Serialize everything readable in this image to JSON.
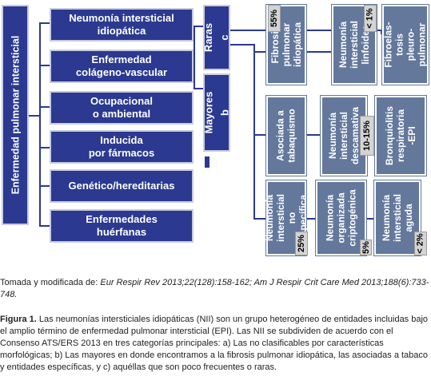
{
  "root": {
    "label": "Enfermedad pulmonar intersticial"
  },
  "categories": [
    {
      "label": "Neumonía intersticial\nidiopática"
    },
    {
      "label": "Enfermedad\ncolágeno-vascular"
    },
    {
      "label": "Ocupacional\no ambiental"
    },
    {
      "label": "Inducida\npor fármacos"
    },
    {
      "label": "Genético/hereditarias"
    },
    {
      "label": "Enfermedades\nhuérfanas"
    }
  ],
  "groups": {
    "raras": {
      "label": "Raras",
      "letter": "c"
    },
    "mayores": {
      "label": "Mayores",
      "letter": "b"
    }
  },
  "leaves": {
    "fibrosis": "Fibrosis\npulmonar\nidiopática",
    "linfoidea": "Neumonía\nintersticial\nlinfoidea",
    "fibroelastosis": "Fibroelas-\ntosis pleuro-\npulmonar",
    "tabaquismo": "Asociada a\ntabaquismo",
    "descamativa": "Neumonía\nintersticial\ndescamativa",
    "bronquiolitis": "Bronquiolitis\nrespiratoria\n-EPI",
    "no_especifica": "Neumonía\nintersticial\nno específica",
    "organizada": "Neumonía\norganizada\ncriptogénica",
    "aguda": "Neumonía\nintersticial\naguda"
  },
  "percentages": {
    "fibrosis": "55%",
    "linfoidea": "< 1%",
    "descamativa": "10-15%",
    "no_especifica": "25%",
    "organizada": "5%",
    "aguda": "< 2%"
  },
  "credit": {
    "prefix": "Tomada y modificada de: ",
    "source": "Eur Respir Rev 2013;22(128):158-162; Am J Respir Crit Care Med 2013;188(6):733-748."
  },
  "caption": {
    "label": "Figura 1.",
    "text": " Las neumonías intersticiales idiopáticas (NII) son un grupo heterogéneo de entidades incluidas bajo el amplio término de enfermedad pulmonar intersticial (EPI). Las NII se subdividen de acuerdo con el Consenso ATS/ERS 2013 en tres categorías principales: a) Las no clasificables por características morfológicas; b) Las mayores en donde encontramos a la fibrosis pulmonar idiopática, las asociadas a tabaco y entidades específicas, y c) aquéllas que son poco frecuentes o raras."
  },
  "colors": {
    "navy": "#2b3990",
    "slate": "#64789c",
    "badge": "#d4d4d4"
  }
}
